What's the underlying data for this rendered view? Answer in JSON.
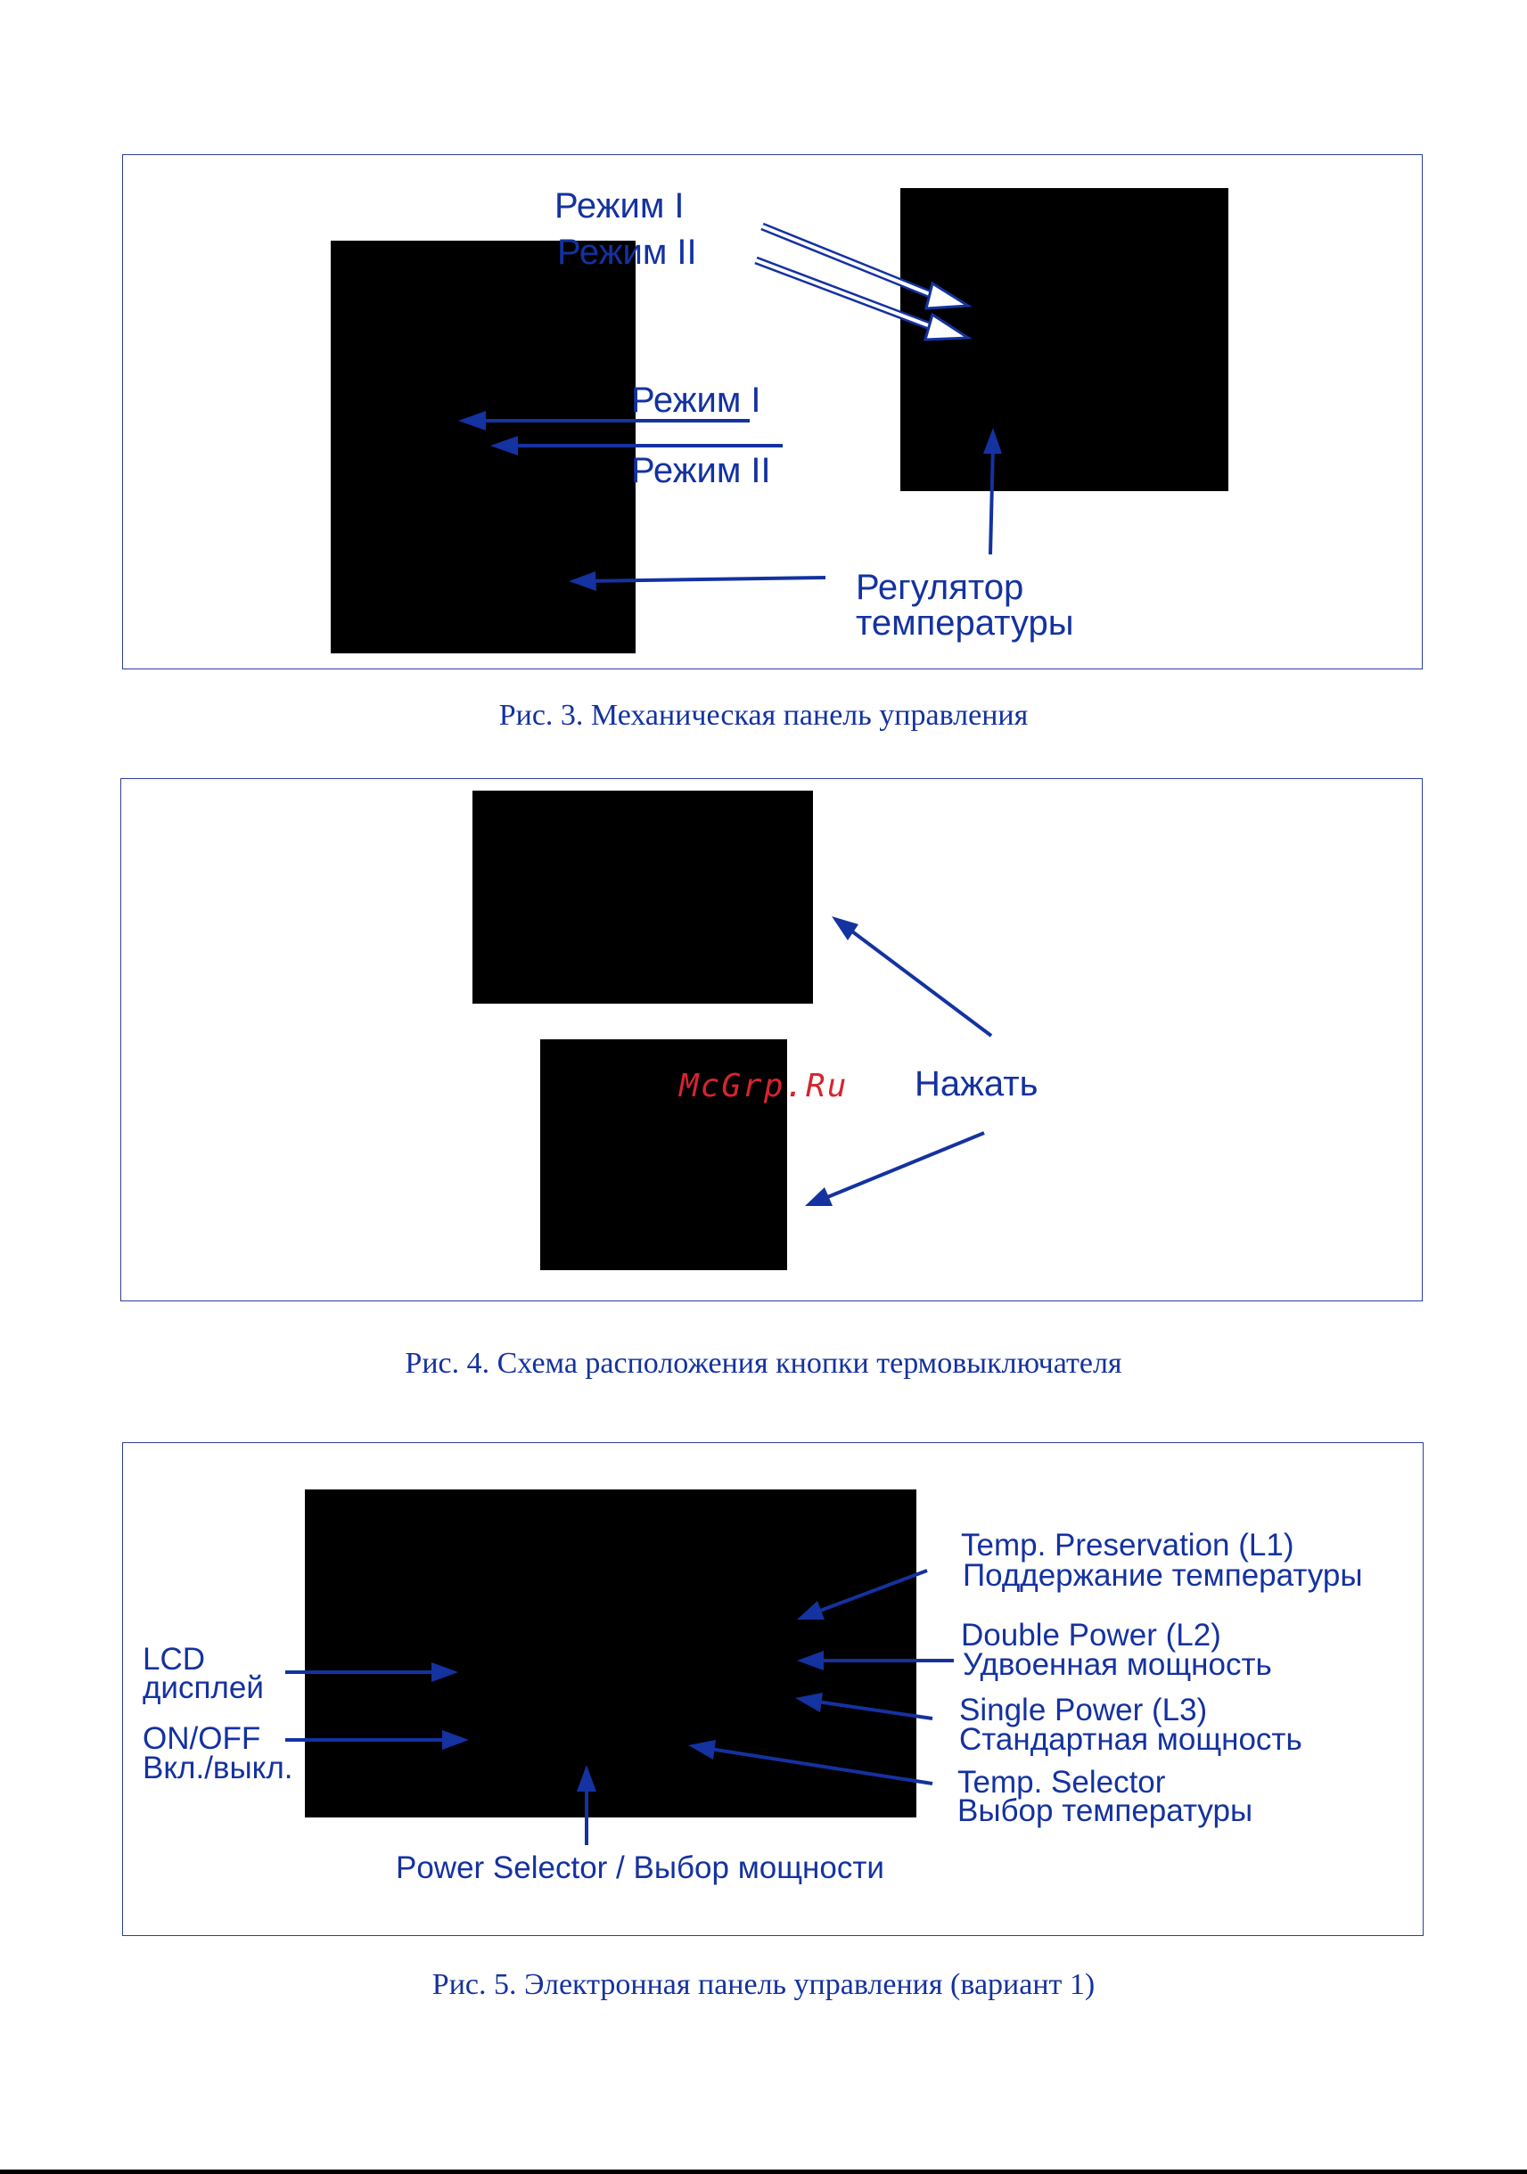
{
  "fig3": {
    "mode1_top": "Режим I",
    "mode2_top": "Режим II",
    "mode1_mid": "Режим I",
    "mode2_mid": "Режим II",
    "temp_regulator_line1": "Регулятор",
    "temp_regulator_line2": "температуры",
    "caption": "Рис. 3. Механическая панель управления"
  },
  "fig4": {
    "press": "Нажать",
    "watermark": "McGrp.Ru",
    "caption": "Рис. 4. Схема расположения кнопки термовыключателя"
  },
  "fig5": {
    "lcd_line1": "LCD",
    "lcd_line2": "дисплей",
    "onoff_line1": "ON/OFF",
    "onoff_line2": "Вкл./выкл.",
    "l1_line1": "Temp. Preservation (L1)",
    "l1_line2": "Поддержание температуры",
    "l2_line1": "Double Power (L2)",
    "l2_line2": "Удвоенная мощность",
    "l3_line1": "Single Power (L3)",
    "l3_line2": "Стандартная мощность",
    "ts_line1": "Temp. Selector",
    "ts_line2": "Выбор температуры",
    "power_selector": "Power Selector / Выбор мощности",
    "caption": "Рис. 5. Электронная панель управления (вариант 1)"
  },
  "colors": {
    "label_blue": "#1432a0",
    "frame_blue": "#2b3f9a",
    "watermark_red": "#d6242e"
  }
}
